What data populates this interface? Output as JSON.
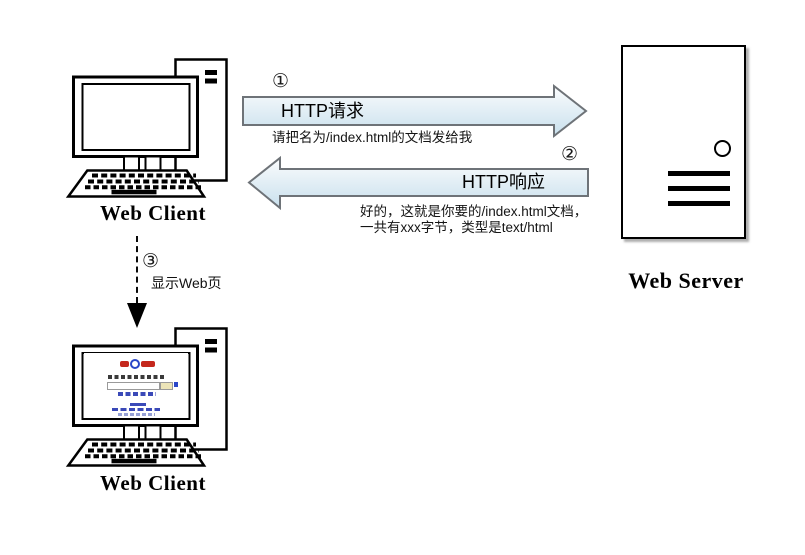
{
  "nodes": {
    "client_top_label": "Web Client",
    "server_label": "Web Server",
    "client_bottom_label": "Web Client"
  },
  "steps": {
    "request": {
      "number": "①",
      "title": "HTTP请求",
      "note": "请把名为/index.html的文档发给我"
    },
    "response": {
      "number": "②",
      "title": "HTTP响应",
      "note_line1": "好的，这就是你要的/index.html文档，",
      "note_line2": "一共有xxx字节，类型是text/html"
    },
    "display": {
      "number": "③",
      "label": "显示Web页"
    }
  },
  "colors": {
    "arrow_fill_top": "#fdfeff",
    "arrow_fill_bottom": "#c9e0ed",
    "arrow_border": "#6e7378",
    "outline": "#000000",
    "page_logo_red": "#c5281c",
    "page_logo_blue": "#2a46c8",
    "page_link_blue": "#3a49b8"
  }
}
